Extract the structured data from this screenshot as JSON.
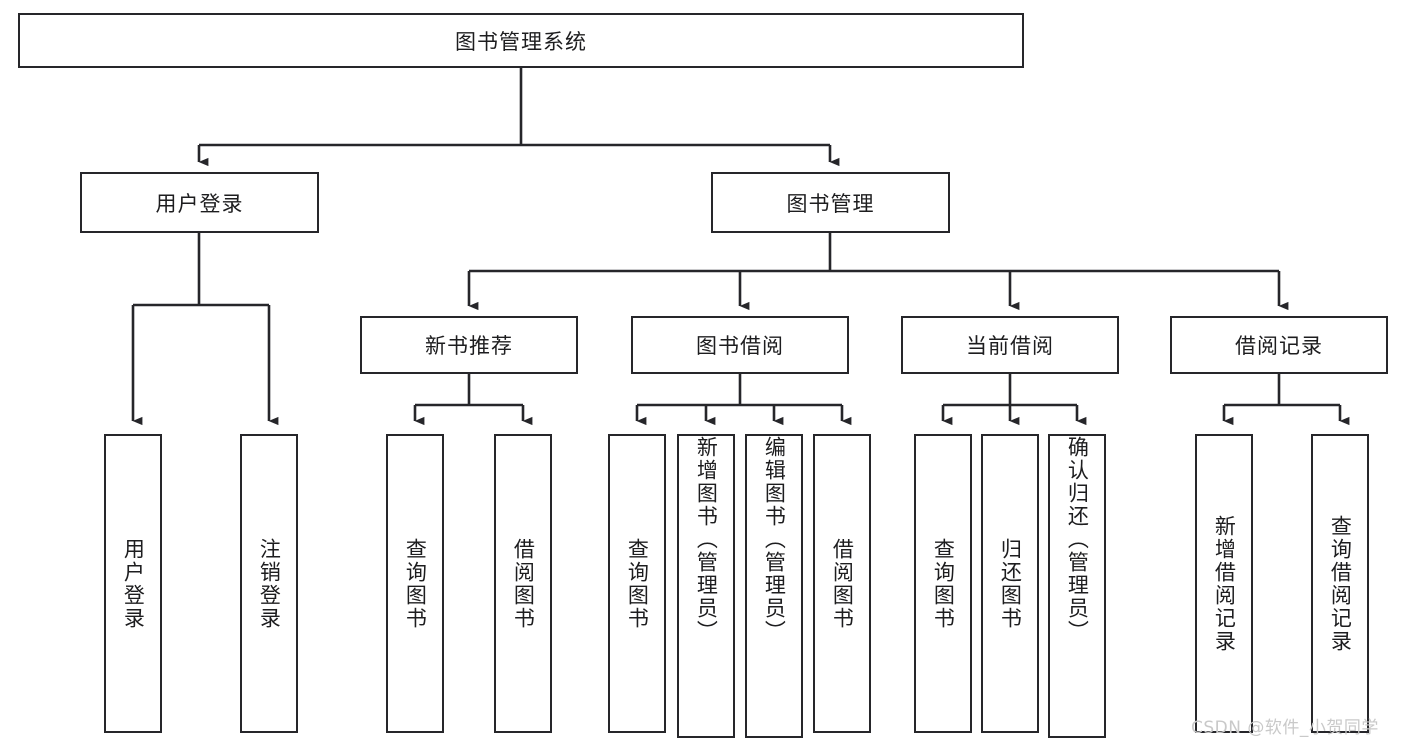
{
  "diagram": {
    "type": "tree-hierarchy-chart",
    "title": "图书管理系统",
    "watermark": "CSDN @软件_小贺同学",
    "colors": {
      "stroke": "#26262a",
      "background": "#ffffff",
      "text": "#1d1d1f",
      "watermark": "#c9c9c9"
    },
    "nodes": {
      "root": {
        "label": "图书管理系统",
        "level": 0,
        "orientation": "horizontal"
      },
      "user_login": {
        "label": "用户登录",
        "level": 1,
        "orientation": "horizontal"
      },
      "book_manage": {
        "label": "图书管理",
        "level": 1,
        "orientation": "horizontal"
      },
      "new_book_rec": {
        "label": "新书推荐",
        "level": 2,
        "orientation": "horizontal"
      },
      "book_borrow": {
        "label": "图书借阅",
        "level": 2,
        "orientation": "horizontal"
      },
      "current_borrow": {
        "label": "当前借阅",
        "level": 2,
        "orientation": "horizontal"
      },
      "borrow_record": {
        "label": "借阅记录",
        "level": 2,
        "orientation": "horizontal"
      },
      "leaf_user_login": {
        "label": "用户登录",
        "level": 2,
        "orientation": "vertical"
      },
      "leaf_user_logout": {
        "label": "注销登录",
        "level": 2,
        "orientation": "vertical"
      },
      "leaf_query_book_1": {
        "label": "查询图书",
        "level": 3,
        "orientation": "vertical"
      },
      "leaf_borrow_book_1": {
        "label": "借阅图书",
        "level": 3,
        "orientation": "vertical"
      },
      "leaf_query_book_2": {
        "label": "查询图书",
        "level": 3,
        "orientation": "vertical"
      },
      "leaf_add_book": {
        "label": "新增图书（管理员）",
        "level": 3,
        "orientation": "vertical"
      },
      "leaf_edit_book": {
        "label": "编辑图书（管理员）",
        "level": 3,
        "orientation": "vertical"
      },
      "leaf_borrow_book_2": {
        "label": "借阅图书",
        "level": 3,
        "orientation": "vertical"
      },
      "leaf_query_book_3": {
        "label": "查询图书",
        "level": 3,
        "orientation": "vertical"
      },
      "leaf_return_book": {
        "label": "归还图书",
        "level": 3,
        "orientation": "vertical"
      },
      "leaf_confirm_return": {
        "label": "确认归还（管理员）",
        "level": 3,
        "orientation": "vertical"
      },
      "leaf_add_record": {
        "label": "新增借阅记录",
        "level": 3,
        "orientation": "vertical"
      },
      "leaf_query_record": {
        "label": "查询借阅记录",
        "level": 3,
        "orientation": "vertical"
      }
    },
    "edges": [
      {
        "from": "root",
        "to": "user_login"
      },
      {
        "from": "root",
        "to": "book_manage"
      },
      {
        "from": "user_login",
        "to": "leaf_user_login"
      },
      {
        "from": "user_login",
        "to": "leaf_user_logout"
      },
      {
        "from": "book_manage",
        "to": "new_book_rec"
      },
      {
        "from": "book_manage",
        "to": "book_borrow"
      },
      {
        "from": "book_manage",
        "to": "current_borrow"
      },
      {
        "from": "book_manage",
        "to": "borrow_record"
      },
      {
        "from": "new_book_rec",
        "to": "leaf_query_book_1"
      },
      {
        "from": "new_book_rec",
        "to": "leaf_borrow_book_1"
      },
      {
        "from": "book_borrow",
        "to": "leaf_query_book_2"
      },
      {
        "from": "book_borrow",
        "to": "leaf_add_book"
      },
      {
        "from": "book_borrow",
        "to": "leaf_edit_book"
      },
      {
        "from": "book_borrow",
        "to": "leaf_borrow_book_2"
      },
      {
        "from": "current_borrow",
        "to": "leaf_query_book_3"
      },
      {
        "from": "current_borrow",
        "to": "leaf_return_book"
      },
      {
        "from": "current_borrow",
        "to": "leaf_confirm_return"
      },
      {
        "from": "borrow_record",
        "to": "leaf_add_record"
      },
      {
        "from": "borrow_record",
        "to": "leaf_query_record"
      }
    ]
  }
}
